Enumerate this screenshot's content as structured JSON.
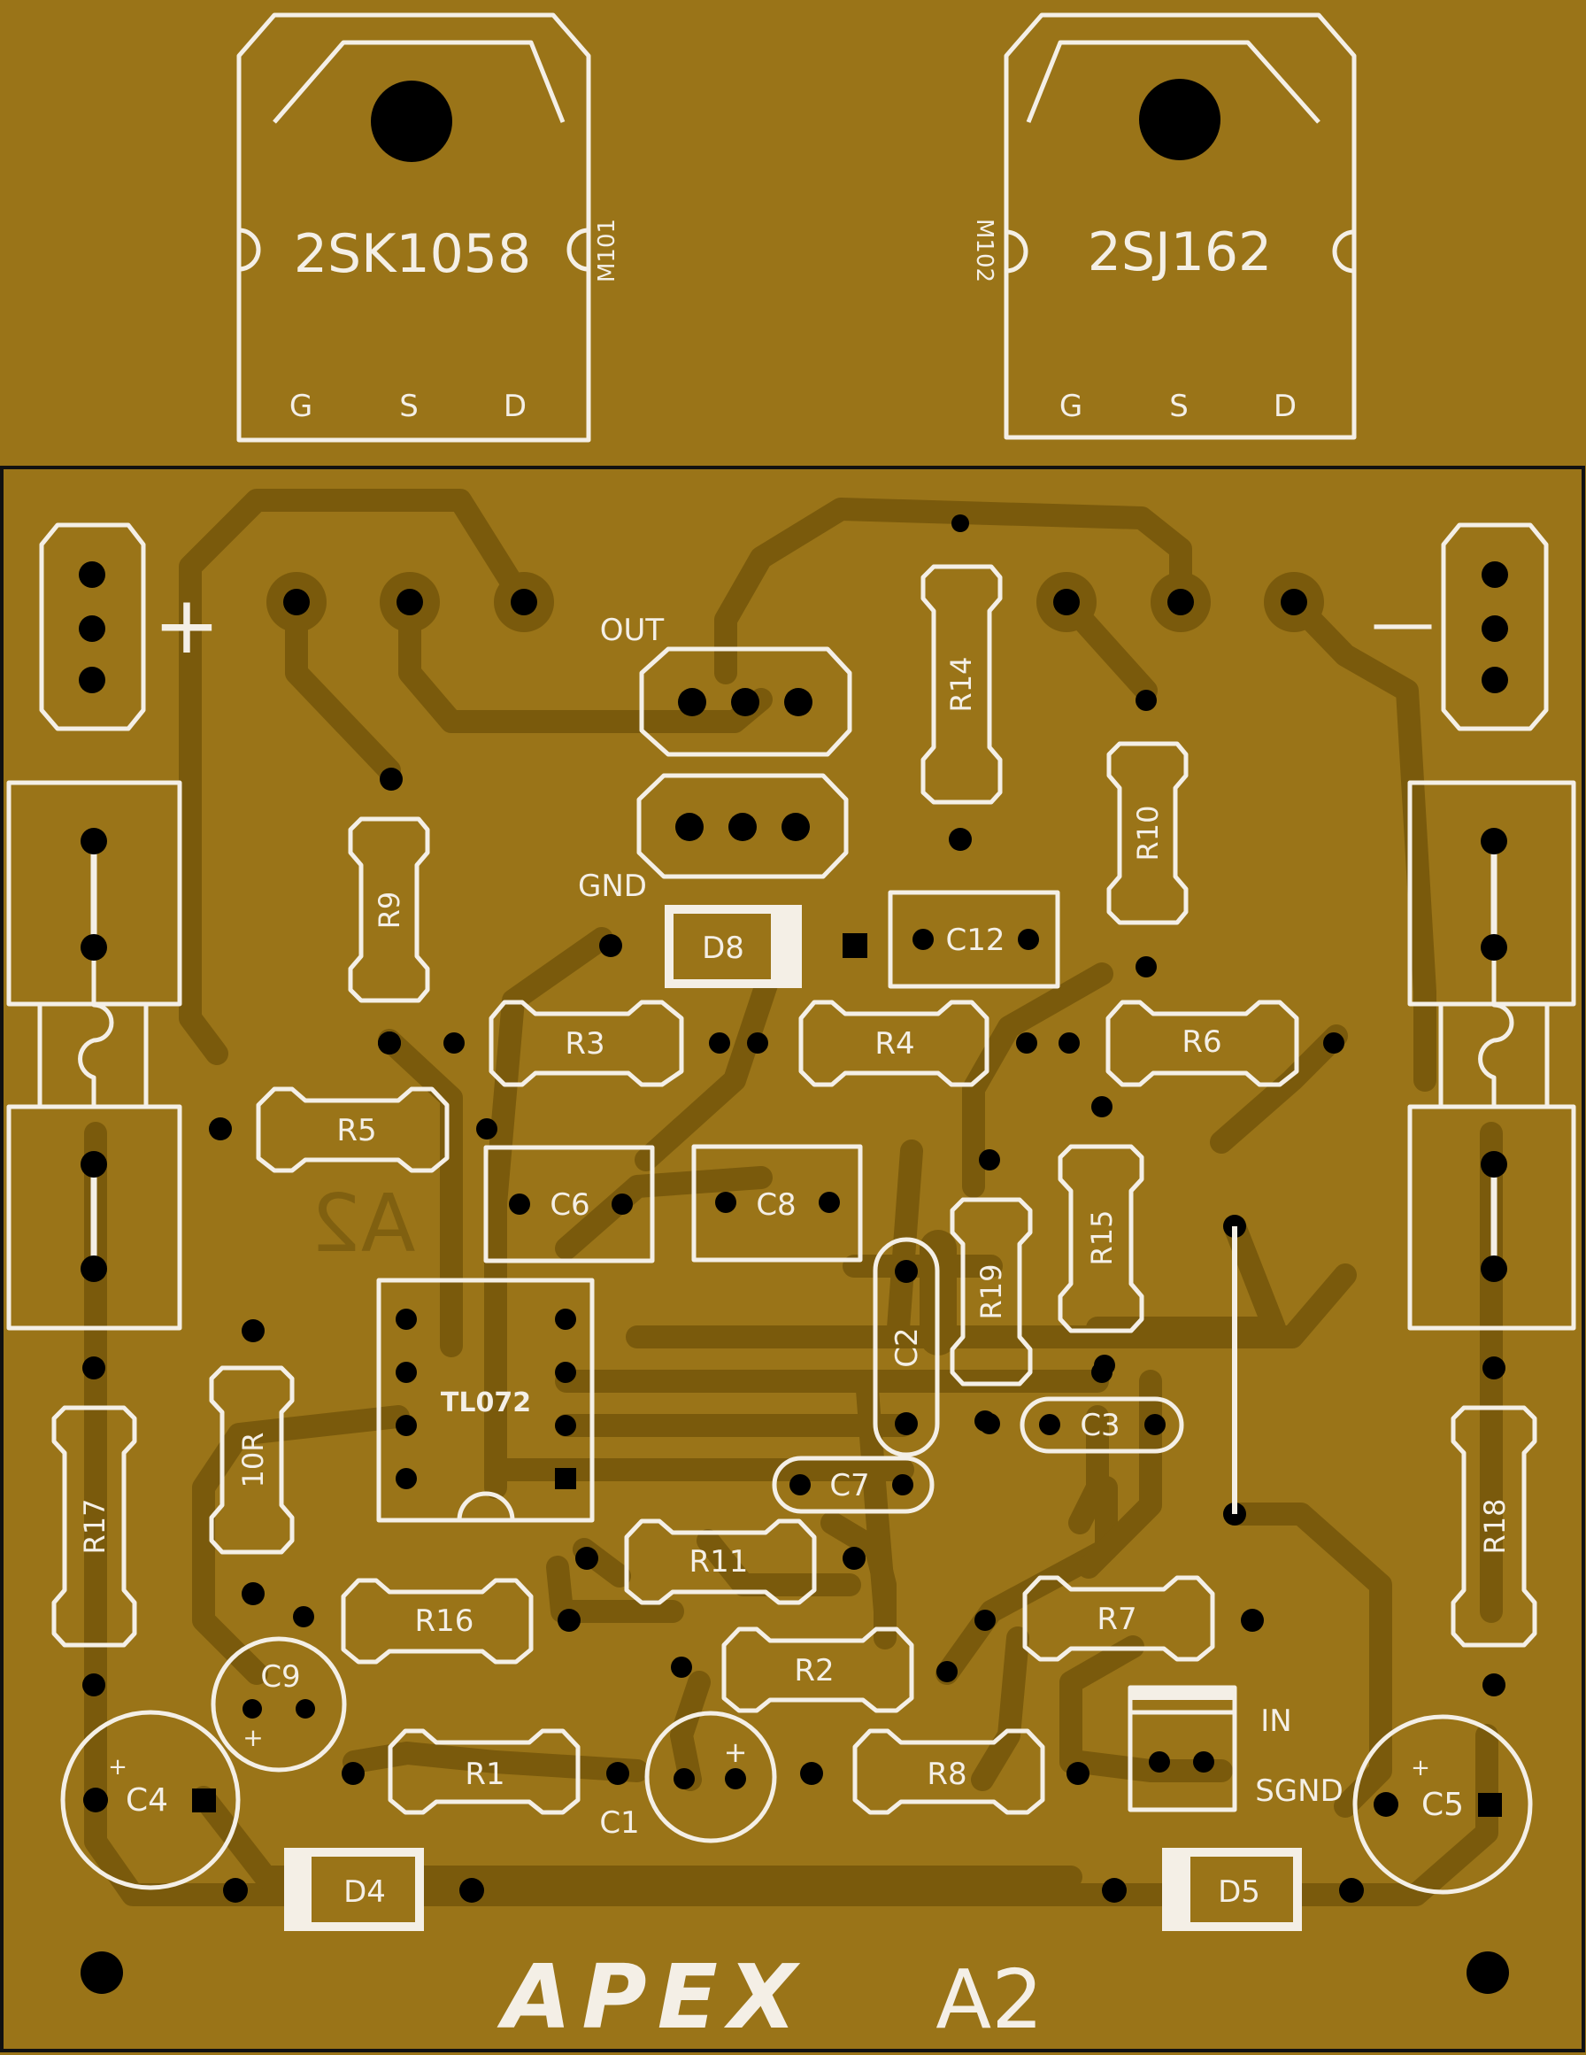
{
  "colors": {
    "board": "#9a7418",
    "trace": "#7a5a0c",
    "silk": "#f4efe6",
    "pad": "#000000"
  },
  "transistors": [
    {
      "part": "2SK1058",
      "ref": "M101",
      "pins": [
        "G",
        "S",
        "D"
      ]
    },
    {
      "part": "2SJ162",
      "ref": "M102",
      "pins": [
        "G",
        "S",
        "D"
      ]
    }
  ],
  "power": {
    "plus": "+",
    "minus": "—"
  },
  "connectors": {
    "out": "OUT",
    "gnd": "GND",
    "in": "IN",
    "sgnd": "SGND"
  },
  "ic": "TL072",
  "components": {
    "R1": "R1",
    "R2": "R2",
    "R3": "R3",
    "R4": "R4",
    "R5": "R5",
    "R6": "R6",
    "R7": "R7",
    "R8": "R8",
    "R9": "R9",
    "R10": "R10",
    "R11": "R11",
    "R14": "R14",
    "R15": "R15",
    "R16": "R16",
    "R17": "R17",
    "R18": "R18",
    "R19": "R19",
    "R10R": "10R",
    "C1": "C1",
    "C2": "C2",
    "C3": "C3",
    "C4": "C4",
    "C5": "C5",
    "C6": "C6",
    "C7": "C7",
    "C8": "C8",
    "C9": "C9",
    "C12": "C12",
    "D4": "D4",
    "D5": "D5",
    "D8": "D8"
  },
  "polarity_plus": "+",
  "board_mark": "A2",
  "brand": {
    "name": "APEX",
    "model": "A2"
  }
}
